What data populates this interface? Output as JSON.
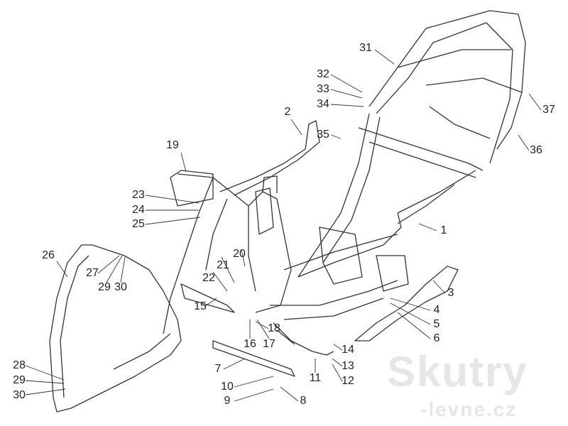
{
  "diagram": {
    "title": "Frame / body parts diagram",
    "part_labels": [
      "1",
      "2",
      "3",
      "4",
      "5",
      "6",
      "7",
      "8",
      "9",
      "10",
      "11",
      "12",
      "13",
      "14",
      "15",
      "16",
      "17",
      "18",
      "19",
      "20",
      "21",
      "22",
      "23",
      "24",
      "25",
      "26",
      "27",
      "28",
      "29",
      "30",
      "29",
      "30",
      "31",
      "32",
      "33",
      "34",
      "35",
      "36",
      "37"
    ]
  },
  "watermark": {
    "line1": "Skutry",
    "line2": "-levne.cz"
  }
}
